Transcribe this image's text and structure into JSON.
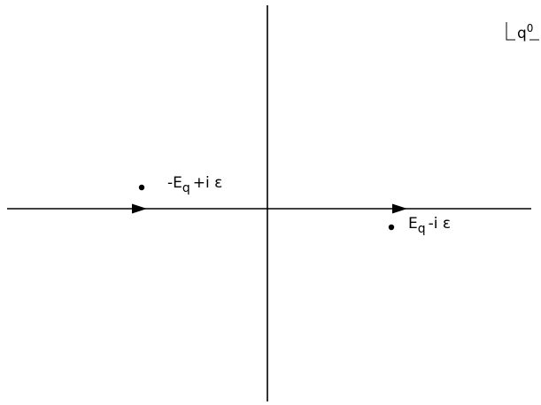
{
  "diagram": {
    "variable_label": {
      "base": "q",
      "superscript": "0"
    },
    "poles": [
      {
        "id": "negative-energy-pole",
        "prefix": "-E",
        "subscript": "q",
        "suffix": "+i ε"
      },
      {
        "id": "positive-energy-pole",
        "prefix": "E",
        "subscript": "q",
        "suffix": "-i ε"
      }
    ]
  },
  "colors": {
    "ink": "#000000",
    "background": "#ffffff"
  }
}
